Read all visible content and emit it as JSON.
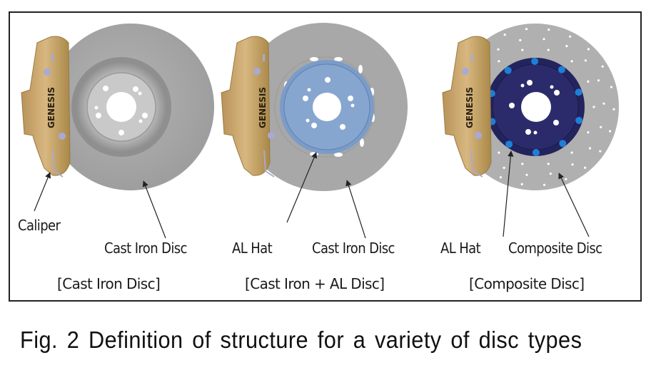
{
  "figure": {
    "caption": "Fig. 2 Definition of structure for a variety of disc types",
    "panels": [
      {
        "title": "[Cast Iron Disc]",
        "caliper_brand": "GENESIS",
        "labels": {
          "caliper": "Caliper",
          "disc": "Cast Iron Disc"
        },
        "hat_color": "#c8c8c8",
        "disc_color": "#a6a6a6"
      },
      {
        "title": "[Cast Iron + AL Disc]",
        "caliper_brand": "GENESIS",
        "labels": {
          "hat": "AL Hat",
          "disc": "Cast Iron Disc"
        },
        "hat_color": "#7b9cc8",
        "disc_color": "#a6a6a6"
      },
      {
        "title": "[Composite Disc]",
        "caliper_brand": "GENESIS",
        "labels": {
          "hat": "AL Hat",
          "disc": "Composite Disc"
        },
        "hat_color": "#23235e",
        "disc_color": "#b0b0b0"
      }
    ],
    "colors": {
      "caliper": "#c9a66b",
      "caliper_shade": "#a88548",
      "bolt": "#a9a9d6",
      "arrow": "#222222",
      "frame": "#222222"
    }
  }
}
